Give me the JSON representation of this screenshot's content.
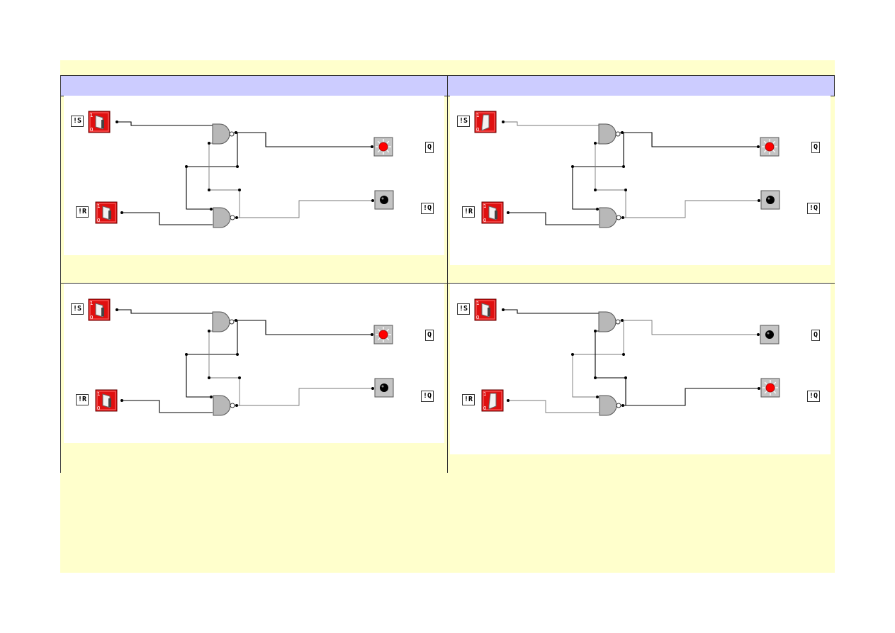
{
  "colors": {
    "sheet_bg": "#ffffcc",
    "header_bg": "#ccccff",
    "switch_red": "#e01010",
    "lamp_on": "#ff0000",
    "lamp_off": "#000000",
    "gate_fill": "#b8b8b8"
  },
  "panels": [
    {
      "name": "top-left",
      "labels": {
        "s": "!S",
        "r": "!R",
        "q": "Q",
        "nq": "!Q"
      },
      "switch_s": {
        "state": "1",
        "icon": "switch-icon"
      },
      "switch_r": {
        "state": "1",
        "icon": "switch-icon"
      },
      "lamp_q": {
        "lit": true,
        "icon": "lamp-on-icon"
      },
      "lamp_nq": {
        "lit": false,
        "icon": "lamp-off-icon"
      }
    },
    {
      "name": "top-right",
      "labels": {
        "s": "!S",
        "r": "!R",
        "q": "Q",
        "nq": "!Q"
      },
      "switch_s": {
        "state": "0",
        "icon": "switch-icon"
      },
      "switch_r": {
        "state": "1",
        "icon": "switch-icon"
      },
      "lamp_q": {
        "lit": true,
        "icon": "lamp-on-icon"
      },
      "lamp_nq": {
        "lit": false,
        "icon": "lamp-off-icon"
      }
    },
    {
      "name": "bottom-left",
      "labels": {
        "s": "!S",
        "r": "!R",
        "q": "Q",
        "nq": "!Q"
      },
      "switch_s": {
        "state": "1",
        "icon": "switch-icon"
      },
      "switch_r": {
        "state": "1",
        "icon": "switch-icon"
      },
      "lamp_q": {
        "lit": true,
        "icon": "lamp-on-icon"
      },
      "lamp_nq": {
        "lit": false,
        "icon": "lamp-off-icon"
      }
    },
    {
      "name": "bottom-right",
      "labels": {
        "s": "!S",
        "r": "!R",
        "q": "Q",
        "nq": "!Q"
      },
      "switch_s": {
        "state": "1",
        "icon": "switch-icon"
      },
      "switch_r": {
        "state": "0",
        "icon": "switch-icon"
      },
      "lamp_q": {
        "lit": false,
        "icon": "lamp-off-icon"
      },
      "lamp_nq": {
        "lit": true,
        "icon": "lamp-on-icon"
      }
    }
  ]
}
